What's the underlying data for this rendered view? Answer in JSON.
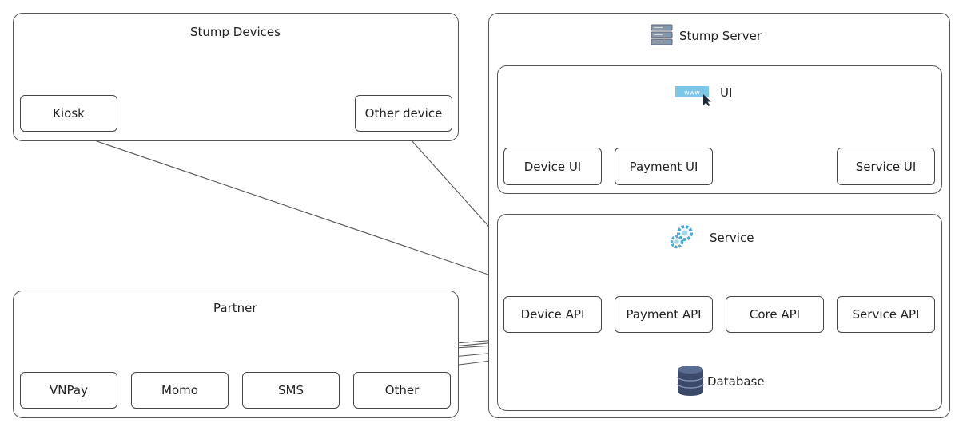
{
  "groups": {
    "devices": "Stump Devices",
    "server": "Stump Server",
    "partner": "Partner",
    "ui": "UI",
    "service": "Service"
  },
  "nodes": {
    "kiosk": "Kiosk",
    "other_device": "Other device",
    "device_ui": "Device UI",
    "payment_ui": "Payment UI",
    "service_ui": "Service UI",
    "device_api": "Device API",
    "payment_api": "Payment API",
    "core_api": "Core API",
    "service_api": "Service API",
    "vnpay": "VNPay",
    "momo": "Momo",
    "sms": "SMS",
    "other": "Other",
    "database": "Database"
  },
  "icons": {
    "server": "server-rack-icon",
    "ui": "www-browser-icon",
    "service": "gears-icon",
    "database": "database-cylinder-icon"
  },
  "colors": {
    "database": "#3b4a6b",
    "icon_accent": "#49a9d9"
  }
}
